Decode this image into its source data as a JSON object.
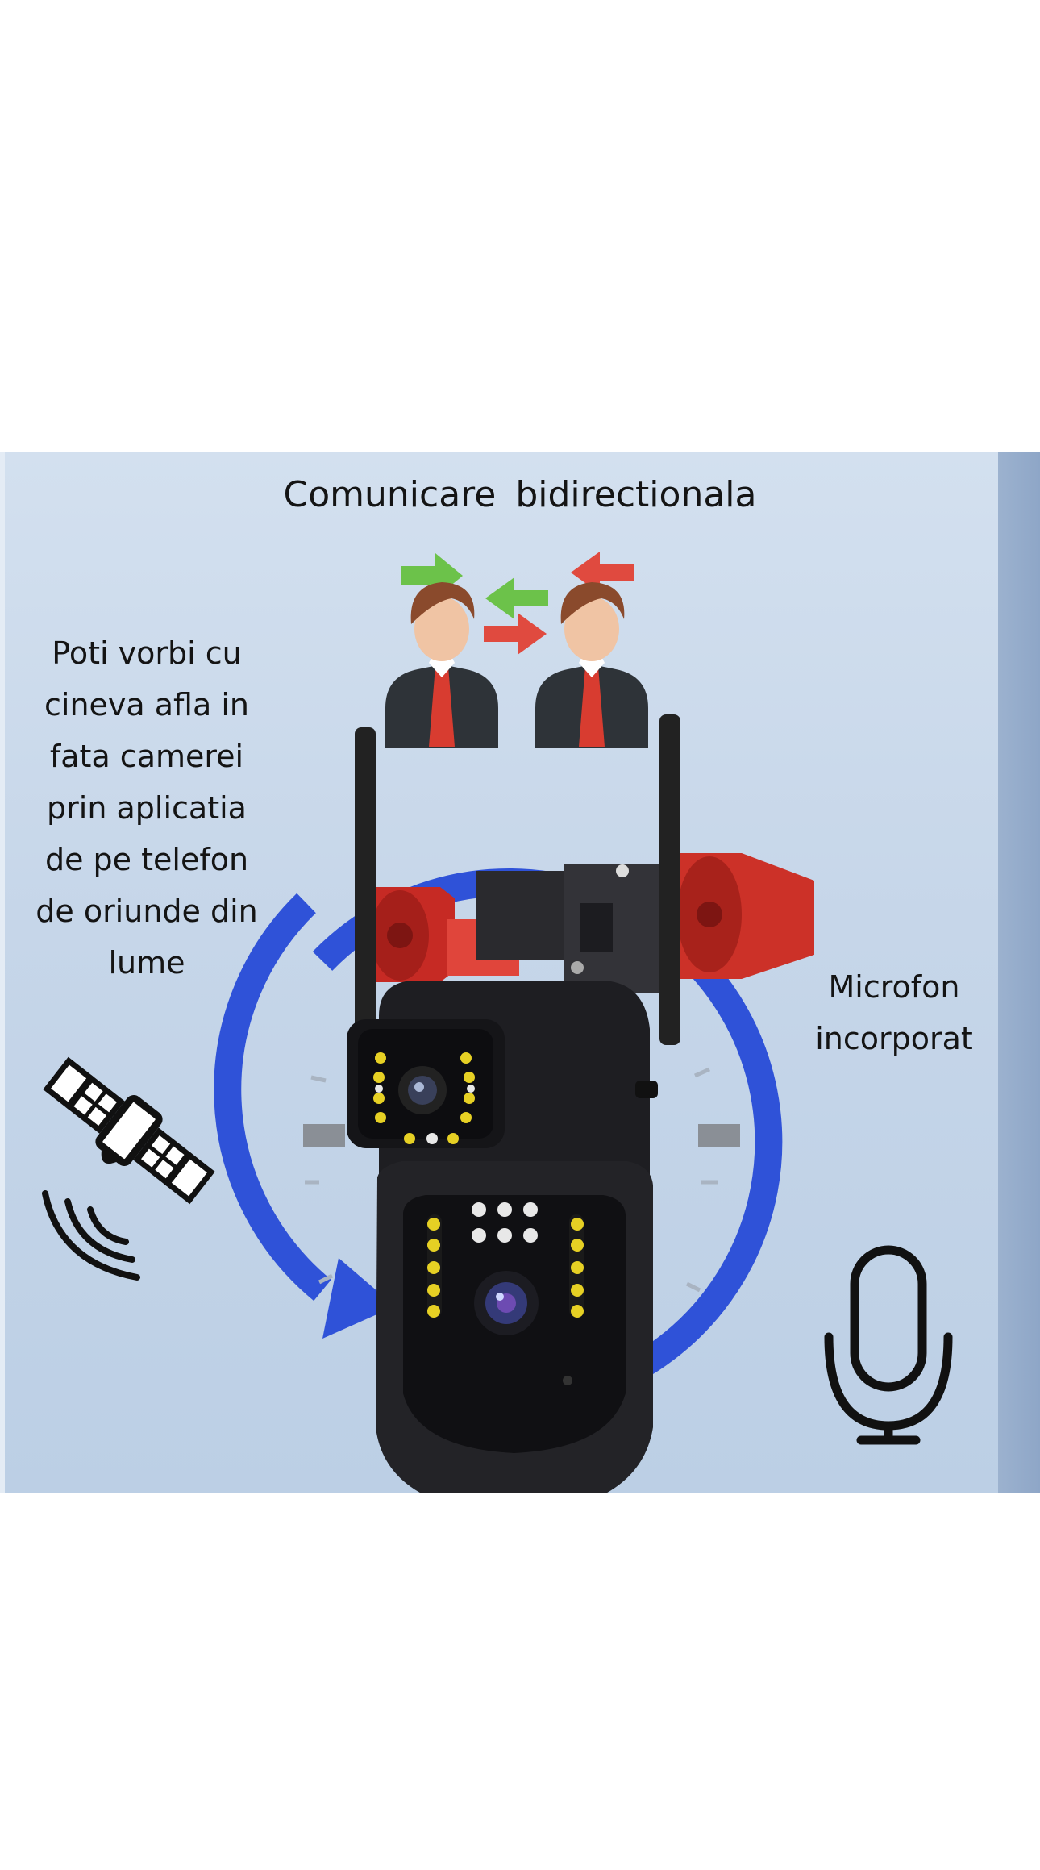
{
  "heading": "Comunicare  bidirectionala",
  "left_caption": {
    "lines": [
      "Poti vorbi cu",
      "cineva afla in",
      "fata camerei",
      "prin aplicatia",
      "de pe telefon",
      "de oriunde din",
      "lume"
    ]
  },
  "right_caption": {
    "lines": [
      "Microfon",
      "incorporat"
    ]
  },
  "icons": [
    "arrow-right-icon",
    "arrow-left-icon",
    "person-icon",
    "satellite-icon",
    "microphone-icon",
    "rotation-arrow-icon",
    "security-camera"
  ],
  "colors": {
    "background": "#c9d8ea",
    "arrow_green": "#6cc24a",
    "arrow_red": "#e04a3f",
    "rotation_blue": "#2f52d8",
    "camera_body": "#1e1e22"
  }
}
